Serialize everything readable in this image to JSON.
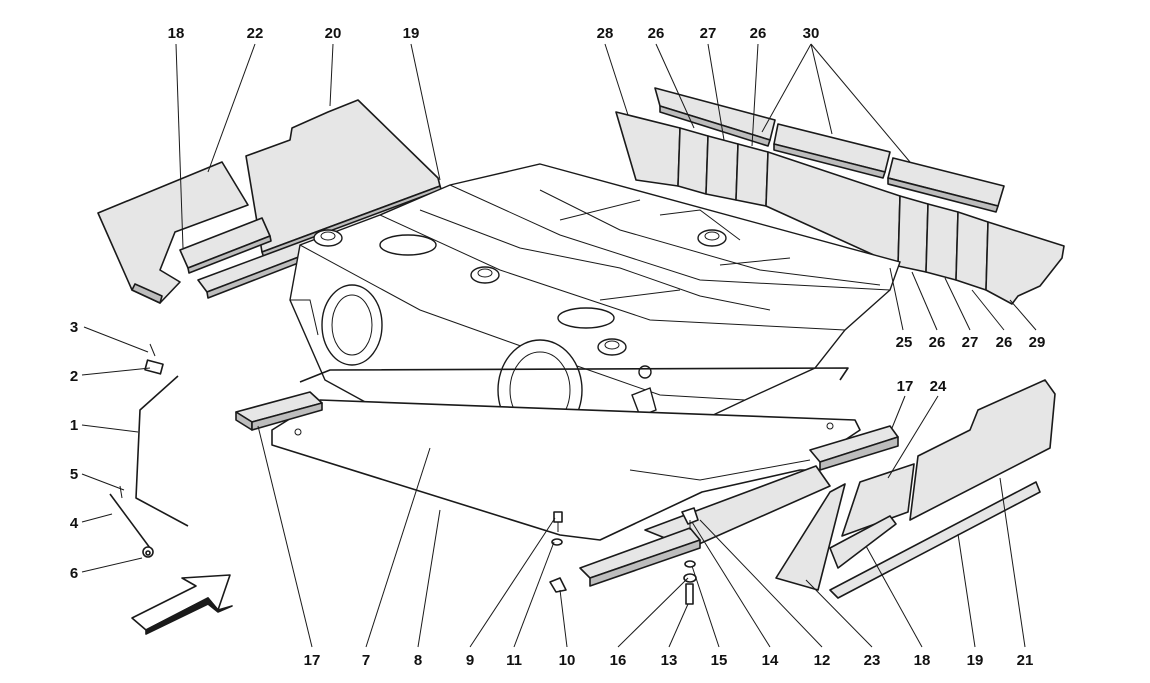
{
  "diagram": {
    "callouts_top": [
      "18",
      "22",
      "20",
      "19",
      "28",
      "26",
      "27",
      "26",
      "30"
    ],
    "callouts_left": [
      "3",
      "2",
      "1",
      "5",
      "4",
      "6"
    ],
    "callouts_right_upper": [
      "25",
      "26",
      "27",
      "26",
      "29",
      "17",
      "24"
    ],
    "callouts_bottom": [
      "17",
      "7",
      "8",
      "9",
      "11",
      "10",
      "16",
      "13",
      "15",
      "14",
      "12",
      "23",
      "18",
      "19",
      "21"
    ]
  }
}
